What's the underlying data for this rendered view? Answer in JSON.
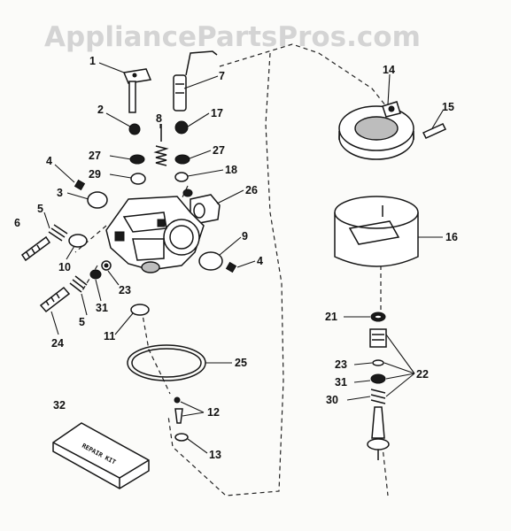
{
  "watermark": "AppliancePartsPros.com",
  "kit_label": "REPAIR KIT",
  "colors": {
    "ink": "#151515",
    "watermark": "#d4d4d4",
    "background": "#fbfbf9"
  },
  "callouts": [
    {
      "id": "1",
      "text": "1"
    },
    {
      "id": "7",
      "text": "7"
    },
    {
      "id": "14",
      "text": "14"
    },
    {
      "id": "15",
      "text": "15"
    },
    {
      "id": "2",
      "text": "2"
    },
    {
      "id": "8",
      "text": "8"
    },
    {
      "id": "17",
      "text": "17"
    },
    {
      "id": "27a",
      "text": "27"
    },
    {
      "id": "27b",
      "text": "27"
    },
    {
      "id": "4a",
      "text": "4"
    },
    {
      "id": "29",
      "text": "29"
    },
    {
      "id": "18",
      "text": "18"
    },
    {
      "id": "3",
      "text": "3"
    },
    {
      "id": "26",
      "text": "26"
    },
    {
      "id": "5a",
      "text": "5"
    },
    {
      "id": "6",
      "text": "6"
    },
    {
      "id": "9",
      "text": "9"
    },
    {
      "id": "16",
      "text": "16"
    },
    {
      "id": "4b",
      "text": "4"
    },
    {
      "id": "10",
      "text": "10"
    },
    {
      "id": "23a",
      "text": "23"
    },
    {
      "id": "31a",
      "text": "31"
    },
    {
      "id": "5b",
      "text": "5"
    },
    {
      "id": "24",
      "text": "24"
    },
    {
      "id": "11",
      "text": "11"
    },
    {
      "id": "21",
      "text": "21"
    },
    {
      "id": "25",
      "text": "25"
    },
    {
      "id": "23b",
      "text": "23"
    },
    {
      "id": "22",
      "text": "22"
    },
    {
      "id": "31b",
      "text": "31"
    },
    {
      "id": "30",
      "text": "30"
    },
    {
      "id": "32",
      "text": "32"
    },
    {
      "id": "12",
      "text": "12"
    },
    {
      "id": "13",
      "text": "13"
    }
  ]
}
